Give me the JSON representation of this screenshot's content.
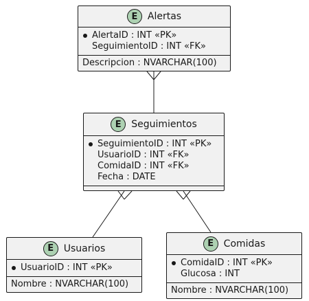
{
  "entities": {
    "alertas": {
      "badge": "E",
      "name": "Alertas",
      "keys": [
        "AlertaID : INT «PK»",
        "SeguimientoID : INT «FK»"
      ],
      "fields": [
        "Descripcion : NVARCHAR(100)"
      ]
    },
    "seguimientos": {
      "badge": "E",
      "name": "Seguimientos",
      "keys": [
        "SeguimientoID : INT «PK»",
        "UsuarioID : INT «FK»",
        "ComidaID : INT «FK»",
        "Fecha : DATE"
      ],
      "fields": []
    },
    "usuarios": {
      "badge": "E",
      "name": "Usuarios",
      "keys": [
        "UsuarioID : INT «PK»"
      ],
      "fields": [
        "Nombre : NVARCHAR(100)"
      ]
    },
    "comidas": {
      "badge": "E",
      "name": "Comidas",
      "keys": [
        "ComidaID : INT «PK»",
        "Glucosa : INT"
      ],
      "fields": [
        "Nombre : NVARCHAR(100)"
      ]
    }
  },
  "colors": {
    "entity_fill": "#f1f1f1",
    "badge_fill": "#add1b2",
    "line": "#181818"
  }
}
